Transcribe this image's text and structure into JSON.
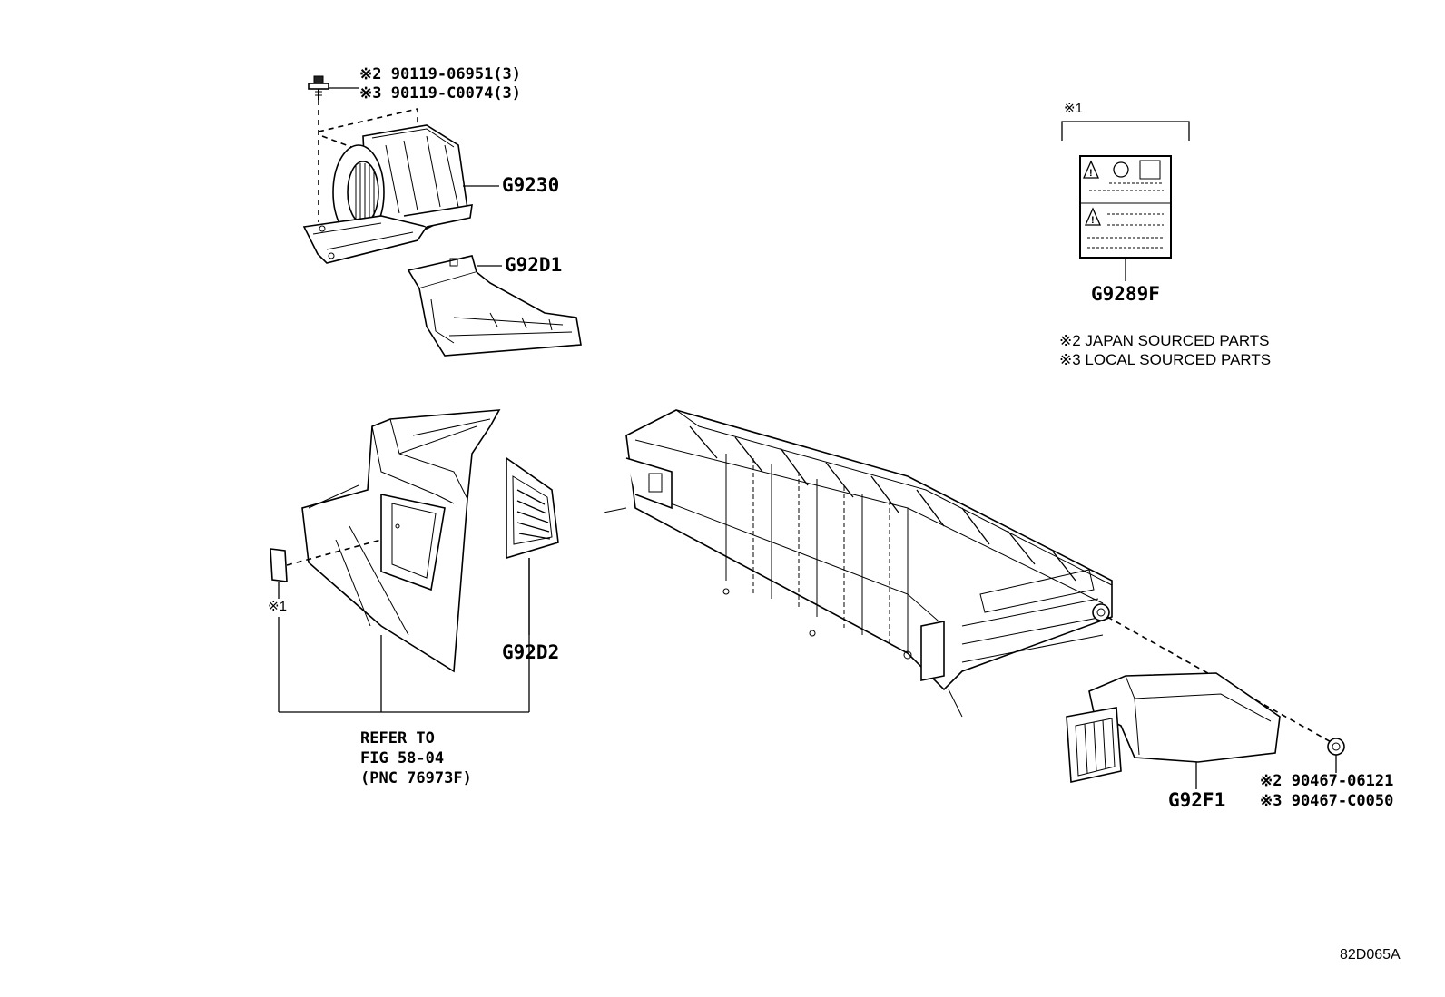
{
  "callouts": {
    "blower_bolt": [
      "※2 90119-06951(3)",
      "※3 90119-C0074(3)"
    ],
    "blower": "G9230",
    "duct_upper": "G92D1",
    "caution_label": "G9289F",
    "label_bracket_mark": "※1",
    "duct_side": "G92D2",
    "cover_marker": "※1",
    "refer_to": [
      "REFER TO",
      "FIG 58-04",
      "(PNC 76973F)"
    ],
    "battery_cover": "G92F1",
    "cover_nut": [
      "※2 90467-06121",
      "※3 90467-C0050"
    ]
  },
  "notes": [
    "※2 JAPAN SOURCED PARTS",
    "※3 LOCAL SOURCED PARTS"
  ],
  "drawing_id": "82D065A"
}
